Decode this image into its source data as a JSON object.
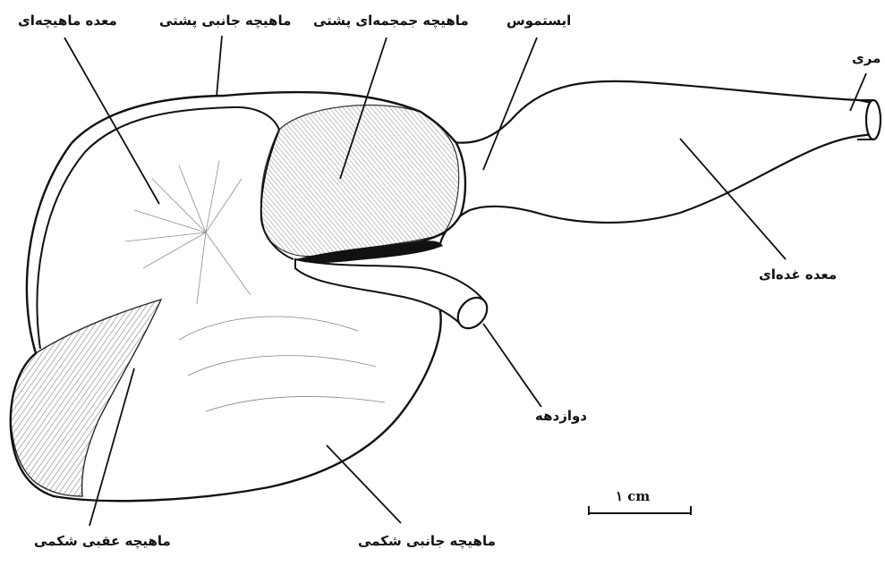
{
  "labels": {
    "stomach_muscular": "معده ماهیچه‌ای",
    "dorsal_lateral_muscle": "ماهیچه جانبی پشتی",
    "dorsal_cranial_muscle": "ماهیچه جمجمه‌ای پشتی",
    "isthmus": "ایستموس",
    "esophagus": "مری",
    "glandular_stomach": "معده غده‌ای",
    "duodenum": "دوازدهه",
    "ventral_caudal_muscle": "ماهیچه عقبی شکمی",
    "ventral_lateral_muscle": "ماهیچه جانبی شکمی"
  },
  "scale_bar": {
    "label": "۱ cm"
  },
  "colors": {
    "ink": "#111111",
    "background": "#ffffff"
  }
}
